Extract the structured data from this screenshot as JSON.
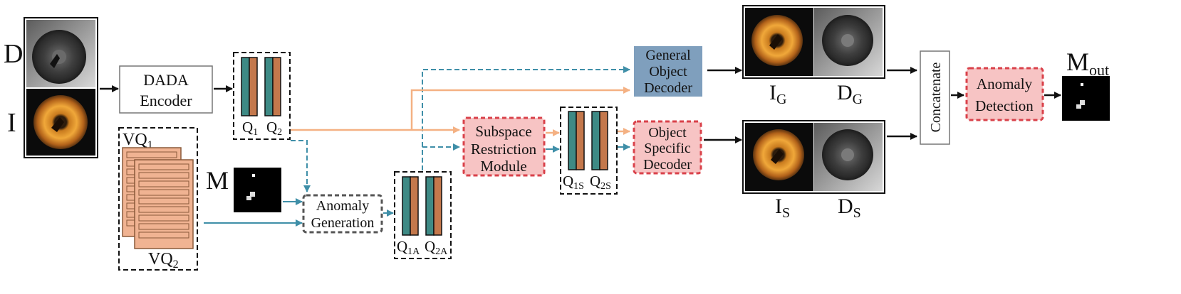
{
  "inputs": {
    "depth_label": "D",
    "image_label": "I",
    "mask_label": "M"
  },
  "encoder": {
    "line1": "DADA",
    "line2": "Encoder"
  },
  "quantized": {
    "q1": "Q",
    "q1_sub": "1",
    "q2": "Q",
    "q2_sub": "2",
    "q1a": "Q",
    "q1a_sub": "1A",
    "q2a": "Q",
    "q2a_sub": "2A",
    "q1s": "Q",
    "q1s_sub": "1S",
    "q2s": "Q",
    "q2s_sub": "2S"
  },
  "codebooks": {
    "vq1": "VQ",
    "vq1_sub": "1",
    "vq2": "VQ",
    "vq2_sub": "2"
  },
  "anomaly_generation": {
    "line1": "Anomaly",
    "line2": "Generation"
  },
  "subspace": {
    "line1": "Subspace",
    "line2": "Restriction",
    "line3": "Module"
  },
  "general_decoder": {
    "line1": "General",
    "line2": "Object",
    "line3": "Decoder"
  },
  "specific_decoder": {
    "line1": "Object",
    "line2": "Specific",
    "line3": "Decoder"
  },
  "outputs": {
    "ig": "I",
    "ig_sub": "G",
    "dg": "D",
    "dg_sub": "G",
    "is": "I",
    "is_sub": "S",
    "ds": "D",
    "ds_sub": "S"
  },
  "concatenate": "Concatenate",
  "anomaly_detection": {
    "line1": "Anomaly",
    "line2": "Detection"
  },
  "mout": {
    "main": "M",
    "sub": "out"
  },
  "colors": {
    "teal": "#3e8a85",
    "brown": "#c4784c",
    "orange_arrow": "#f4b183",
    "blue_dashed": "#3f8fa8",
    "general_decoder_fill": "#7f9fbd",
    "red_box_fill": "#f7c4c4",
    "red_box_border": "#d9414a",
    "codebook_fill": "#f0b392"
  }
}
